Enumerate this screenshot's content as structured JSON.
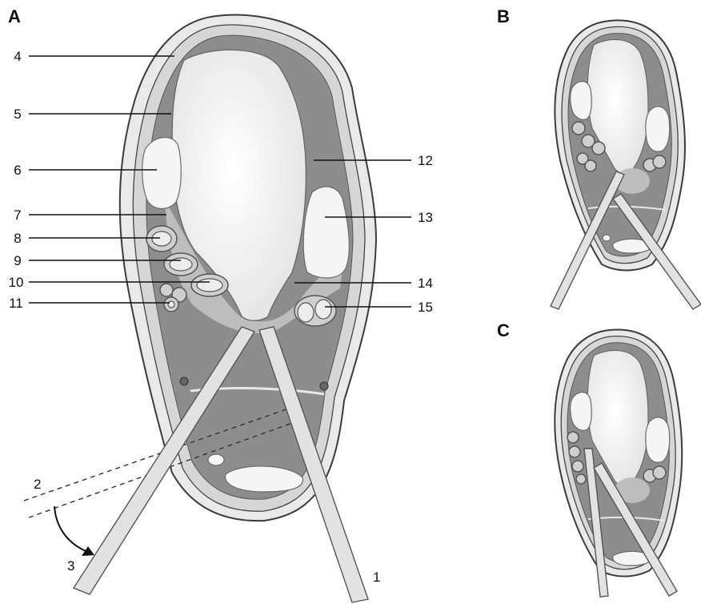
{
  "panels": {
    "a": "A",
    "b": "B",
    "c": "C"
  },
  "labels_left": [
    "4",
    "5",
    "6",
    "7",
    "8",
    "9",
    "10",
    "11"
  ],
  "labels_right": [
    "12",
    "13",
    "14",
    "15"
  ],
  "portals": {
    "p1": "1",
    "p2": "2",
    "p3": "3"
  }
}
